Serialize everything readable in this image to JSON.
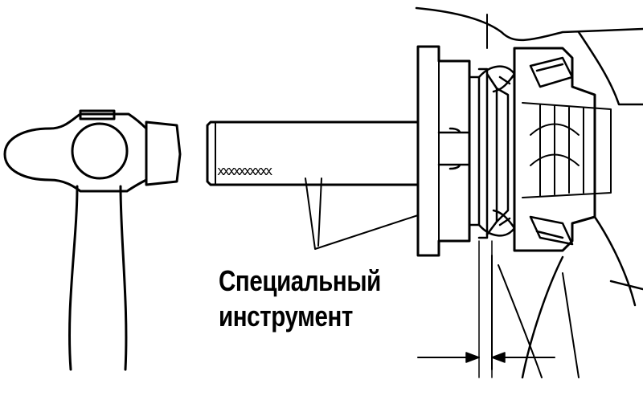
{
  "callout": {
    "line1": "Специальный",
    "line2": "инструмент"
  },
  "icons": {
    "hammer": "hammer-icon",
    "tool": "special-tool",
    "hub": "hub-assembly"
  },
  "colors": {
    "line": "#000000",
    "background": "#ffffff"
  }
}
